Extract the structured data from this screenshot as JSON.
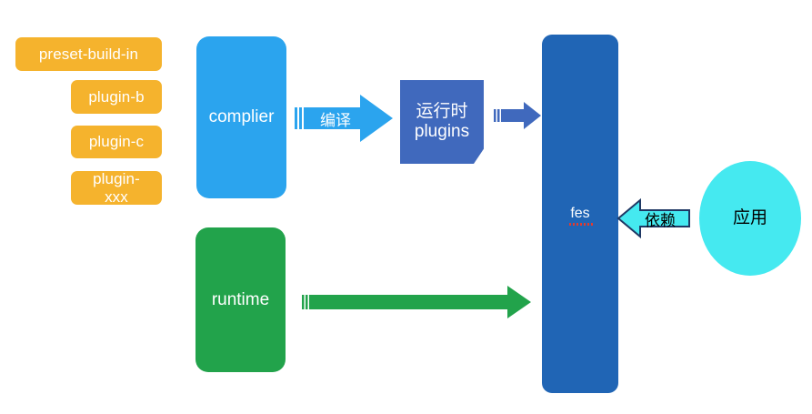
{
  "diagram": {
    "title": "fes architecture diagram",
    "background": "#ffffff",
    "colors": {
      "orange": "#f5b32d",
      "light_blue": "#2ba4ee",
      "mid_blue": "#4069bd",
      "dark_blue": "#2065b5",
      "green": "#22a34b",
      "cyan": "#45e9f0",
      "outline_navy": "#1f3864",
      "spellcheck_red": "#e23b2e"
    }
  },
  "plugins": [
    {
      "label": "preset-build-in"
    },
    {
      "label": "plugin-b"
    },
    {
      "label": "plugin-c"
    },
    {
      "label": "plugin-\nxxx"
    }
  ],
  "nodes": {
    "complier": {
      "label": "complier"
    },
    "runtime": {
      "label": "runtime"
    },
    "runtime_plugins": {
      "label": "运行时\nplugins"
    },
    "fes": {
      "label": "fes"
    },
    "app": {
      "label": "应用"
    }
  },
  "arrows": {
    "compile": {
      "label": "编译",
      "direction": "right"
    },
    "plugins_to_fes": {
      "label": "",
      "direction": "right"
    },
    "runtime_to_fes": {
      "label": "",
      "direction": "right"
    },
    "depend": {
      "label": "依赖",
      "direction": "left"
    }
  }
}
